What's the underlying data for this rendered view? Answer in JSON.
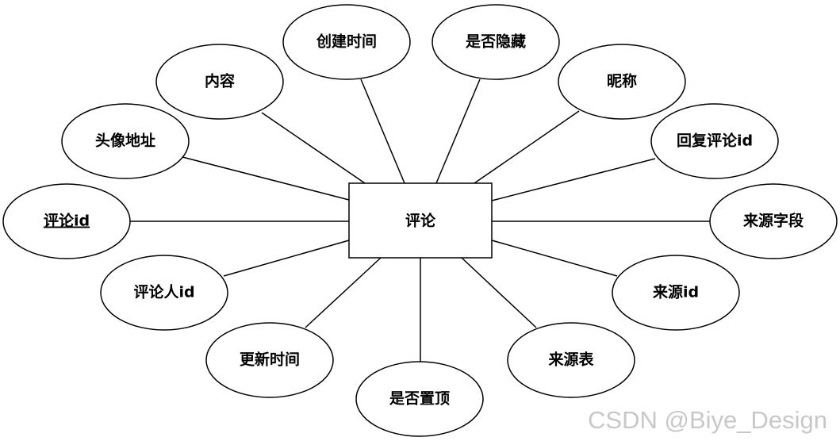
{
  "entity": {
    "label": "评论"
  },
  "attributes": [
    {
      "key": "content",
      "label": "内容",
      "primary_key": false
    },
    {
      "key": "created_time",
      "label": "创建时间",
      "primary_key": false
    },
    {
      "key": "is_hidden",
      "label": "是否隐藏",
      "primary_key": false
    },
    {
      "key": "nickname",
      "label": "昵称",
      "primary_key": false
    },
    {
      "key": "avatar_url",
      "label": "头像地址",
      "primary_key": false
    },
    {
      "key": "reply_comment_id",
      "label": "回复评论id",
      "primary_key": false
    },
    {
      "key": "comment_id",
      "label": "评论id",
      "primary_key": true
    },
    {
      "key": "source_field",
      "label": "来源字段",
      "primary_key": false
    },
    {
      "key": "commenter_id",
      "label": "评论人id",
      "primary_key": false
    },
    {
      "key": "source_id",
      "label": "来源id",
      "primary_key": false
    },
    {
      "key": "updated_time",
      "label": "更新时间",
      "primary_key": false
    },
    {
      "key": "source_table",
      "label": "来源表",
      "primary_key": false
    },
    {
      "key": "is_pinned",
      "label": "是否置顶",
      "primary_key": false
    }
  ],
  "watermark": "CSDN @Biye_Design"
}
